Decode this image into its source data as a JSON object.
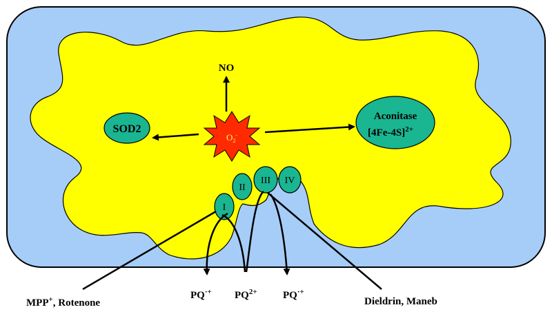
{
  "colors": {
    "cell_fill": "#a6cdf7",
    "mitochondrion_fill": "#ffff00",
    "protein_fill": "#1ab591",
    "superoxide_fill": "#ff2a00",
    "superoxide_text": "#ffff66",
    "outline": "#000000"
  },
  "labels": {
    "no": "NO",
    "sod2": "SOD2",
    "aconitase_line1": "Aconitase",
    "aconitase_line2_base": "[4Fe-4S]",
    "aconitase_line2_sup": "2+",
    "superoxide_base": "O",
    "superoxide_sub": "2",
    "superoxide_sup": "-",
    "complex_1": "I",
    "complex_2": "II",
    "complex_3": "III",
    "complex_4": "IV",
    "mpp_base": "MPP",
    "mpp_sup": "+",
    "mpp_rest": ", Rotenone",
    "pq_radical_left_base": "PQ",
    "pq_radical_left_sup": "·+",
    "pq_dication_base": "PQ",
    "pq_dication_sup": "2+",
    "pq_radical_right_base": "PQ",
    "pq_radical_right_sup": "·+",
    "dieldrin_maneb": "Dieldrin, Maneb"
  }
}
